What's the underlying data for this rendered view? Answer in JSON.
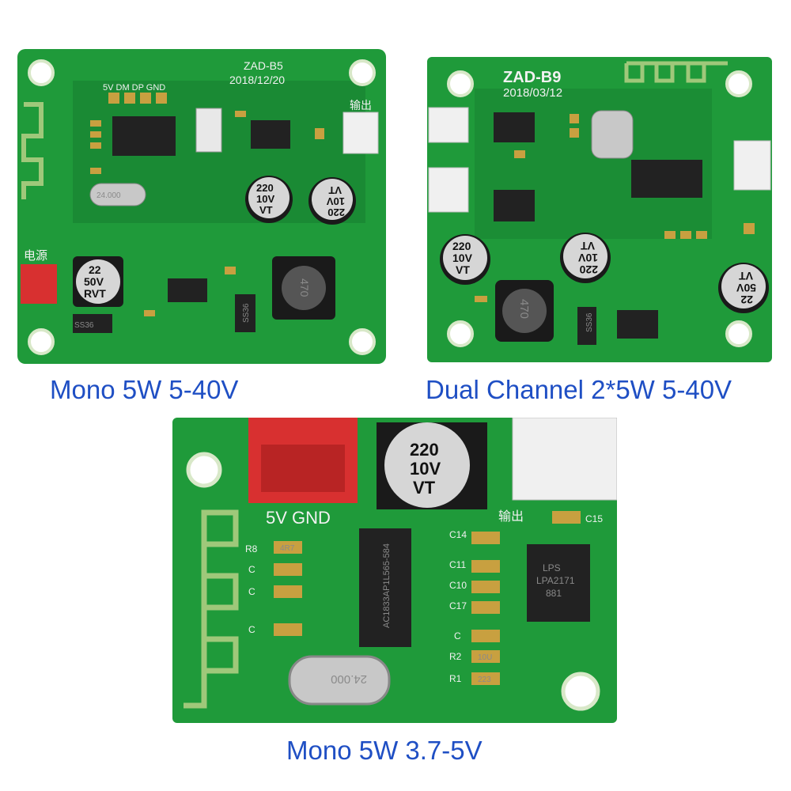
{
  "captions": {
    "board1": "Mono 5W 5-40V",
    "board2": "Dual Channel 2*5W 5-40V",
    "board3": "Mono 5W 3.7-5V"
  },
  "board1": {
    "model": "ZAD-B5",
    "date": "2018/12/20",
    "usb_labels": "5V DM DP GND",
    "output_label": "输出",
    "power_label": "电源",
    "cap_a": [
      "220",
      "10V",
      "VT"
    ],
    "cap_b": [
      "220",
      "10V",
      "VT"
    ],
    "cap_c": [
      "22",
      "50V",
      "RVT"
    ],
    "inductor": "470",
    "crystal": "24.000",
    "diode": "SS36",
    "diode2": "SS36"
  },
  "board2": {
    "model": "ZAD-B9",
    "date": "2018/03/12",
    "cap_a": [
      "220",
      "10V",
      "VT"
    ],
    "cap_b": [
      "220",
      "10V",
      "VT"
    ],
    "cap_c": [
      "22",
      "50V",
      "VT"
    ],
    "inductor": "470",
    "diode": "SS36"
  },
  "board3": {
    "power_label": "5V GND",
    "output_label": "输出",
    "cap": [
      "220",
      "10V",
      "VT"
    ],
    "chip_main": "AC1833AP1L565-584",
    "chip_amp": [
      "LPS",
      "LPA2171",
      "881"
    ],
    "crystal": "24.000",
    "r_labels": [
      "R8",
      "C",
      "C",
      "C",
      "C14",
      "C11",
      "C10",
      "C17",
      "C",
      "R2",
      "R1",
      "C15"
    ],
    "r_codes": [
      "4R7",
      "10U",
      "223"
    ]
  },
  "colors": {
    "pcb": "#1f9a3a",
    "pcb_dark": "#178030",
    "silk": "#f2f2f2",
    "caption": "#1f4fc4",
    "connector_red": "#d83030",
    "connector_white": "#f0f0f0"
  }
}
